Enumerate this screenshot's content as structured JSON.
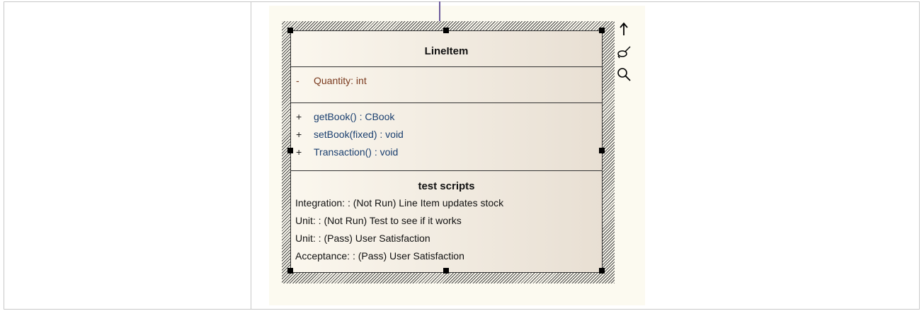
{
  "class_element": {
    "name": "LineItem",
    "attributes": [
      {
        "visibility": "-",
        "text": "Quantity:  int"
      }
    ],
    "operations": [
      {
        "visibility": "+",
        "text": "getBook() : CBook"
      },
      {
        "visibility": "+",
        "text": "setBook(fixed) : void"
      },
      {
        "visibility": "+",
        "text": "Transaction() : void"
      }
    ],
    "test_scripts": {
      "title": "test scripts",
      "items": [
        "Integration: : (Not Run) Line Item updates stock",
        "Unit: : (Not Run) Test to see if it works",
        "Unit: : (Pass) User Satisfaction",
        "Acceptance: : (Pass) User Satisfaction"
      ]
    }
  },
  "toolbar_icons": [
    "up-arrow-icon",
    "paintbrush-icon",
    "magnifier-icon"
  ],
  "colors": {
    "attribute_text": "#7a3a1e",
    "operation_text": "#1a3f6f",
    "canvas_background": "#fcfaf0",
    "connector": "#6c5a9c"
  }
}
